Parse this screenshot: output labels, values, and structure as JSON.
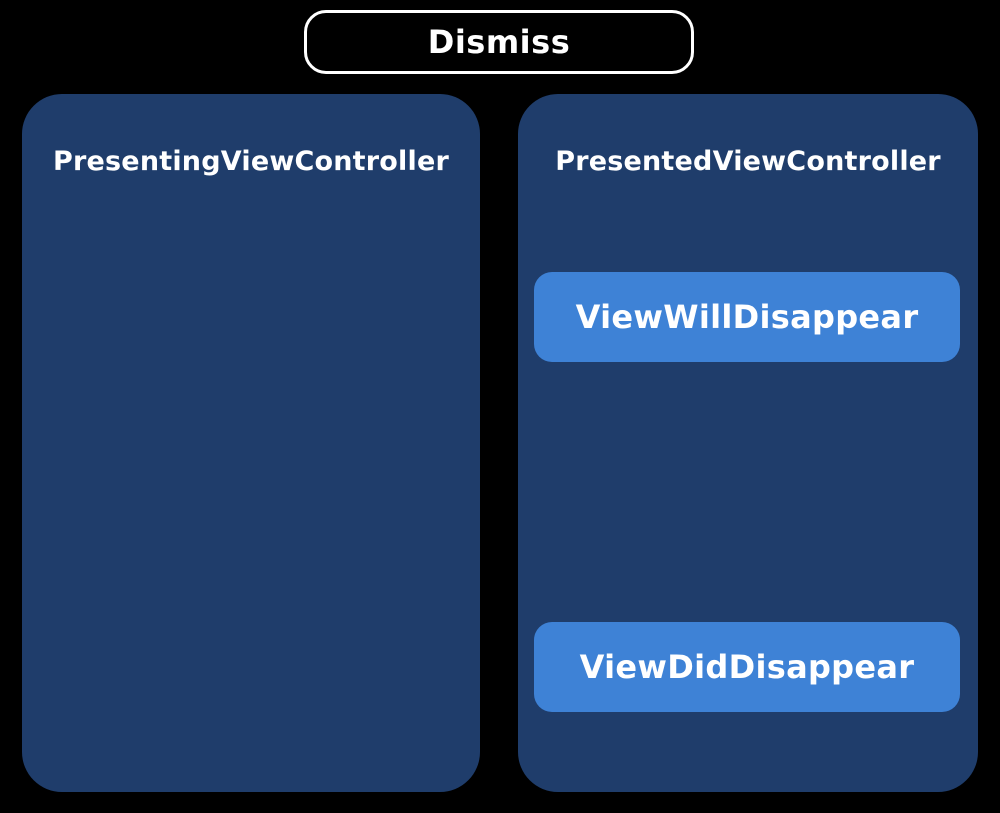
{
  "action": {
    "label": "Dismiss"
  },
  "panels": {
    "presenting": {
      "title": "PresentingViewController"
    },
    "presented": {
      "title": "PresentedViewController",
      "events": [
        "ViewWillDisappear",
        "ViewDidDisappear"
      ]
    }
  },
  "colors": {
    "background": "#000000",
    "panel": "#1f3d6b",
    "event": "#3e82d6",
    "text": "#ffffff"
  }
}
